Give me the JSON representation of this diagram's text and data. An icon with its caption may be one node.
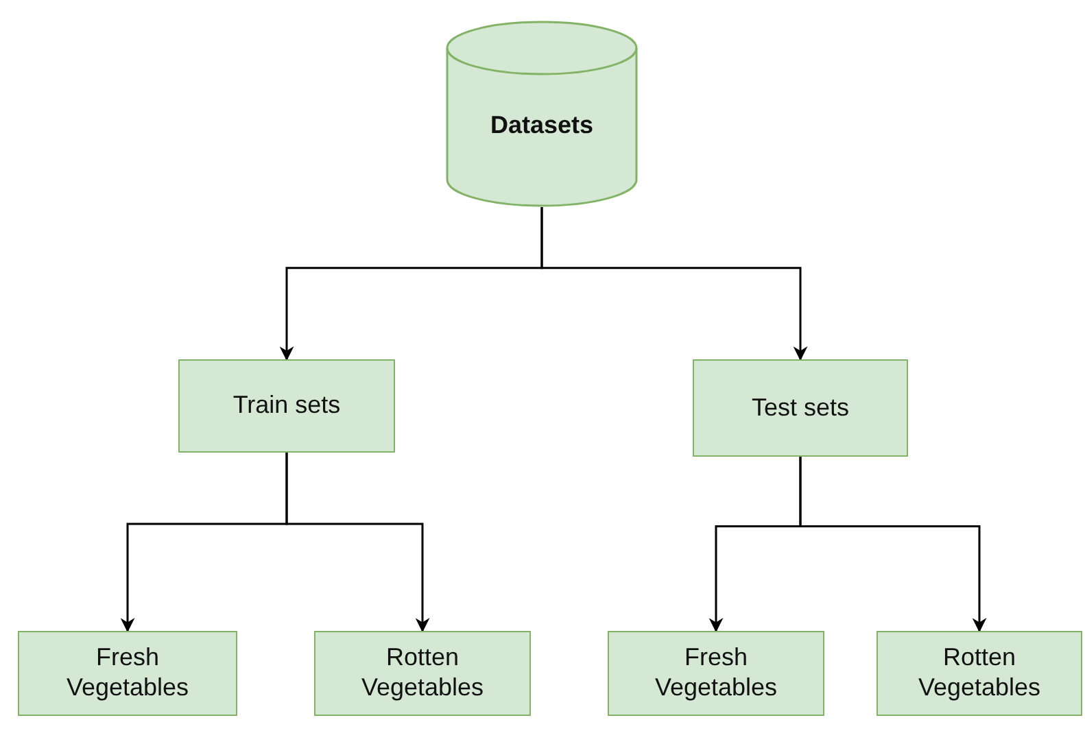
{
  "diagram": {
    "nodes": [
      {
        "text": [
          "Datasets"
        ]
      },
      {
        "text": [
          "Train sets"
        ]
      },
      {
        "text": [
          "Test sets"
        ]
      },
      {
        "text": [
          "Fresh Vegetables"
        ]
      },
      {
        "text": [
          "Rotten Vegetables"
        ]
      },
      {
        "text": [
          "Fresh Vegetables"
        ]
      },
      {
        "text": [
          "Rotten Vegetables"
        ]
      }
    ],
    "edges": [
      {
        "from": 0,
        "to": 1,
        "arrow": "to"
      },
      {
        "from": 0,
        "to": 2,
        "arrow": "to"
      },
      {
        "from": 1,
        "to": 3,
        "arrow": "to"
      },
      {
        "from": 1,
        "to": 4,
        "arrow": "to"
      },
      {
        "from": 2,
        "to": 5,
        "arrow": "to"
      },
      {
        "from": 2,
        "to": 6,
        "arrow": "to"
      }
    ]
  }
}
